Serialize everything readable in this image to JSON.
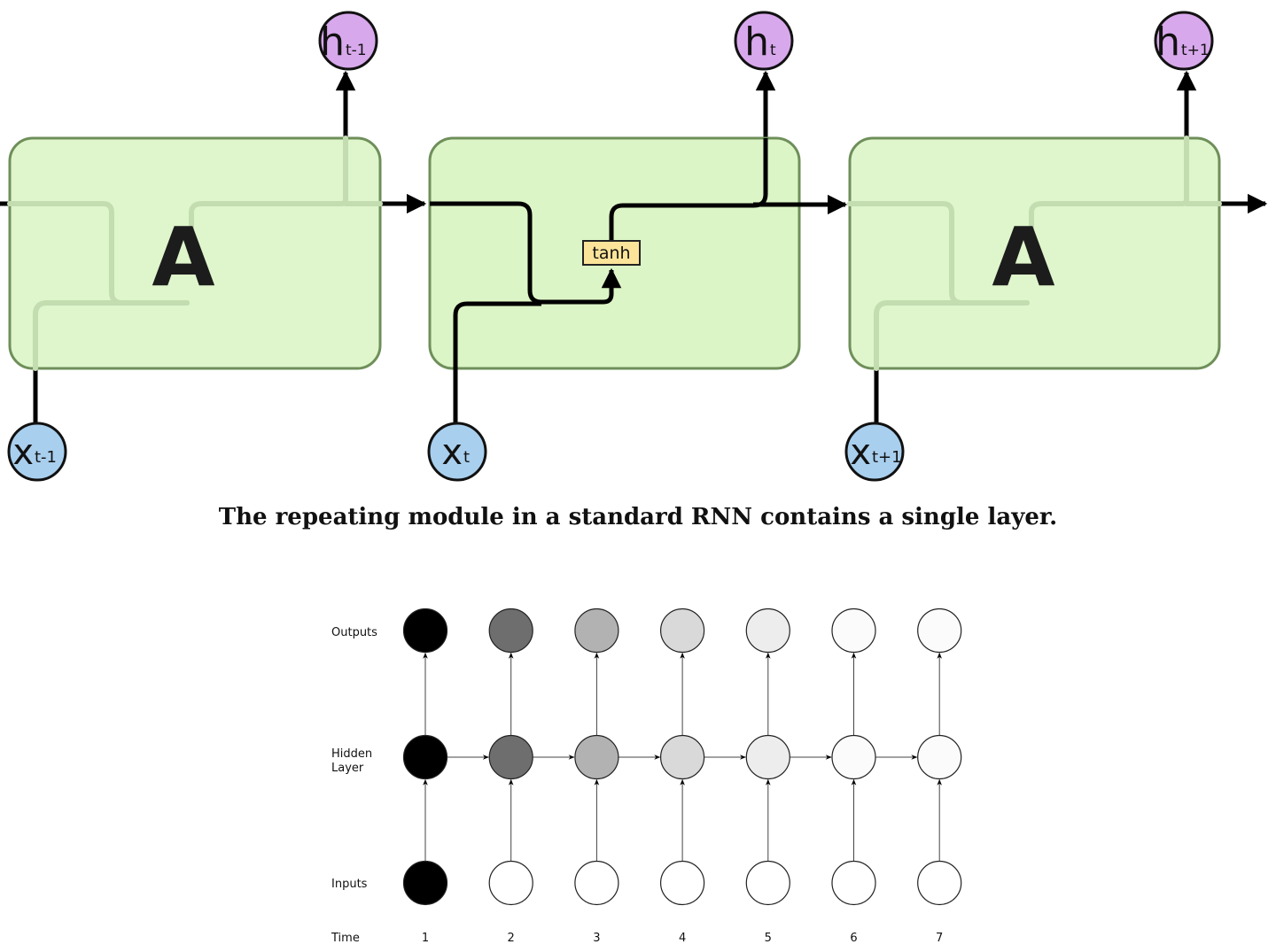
{
  "rnn_unrolled": {
    "modules": [
      {
        "label": "A",
        "input_label": "x",
        "input_sub": "t-1",
        "output_label": "h",
        "output_sub": "t-1"
      },
      {
        "label": "",
        "input_label": "x",
        "input_sub": "t",
        "output_label": "h",
        "output_sub": "t",
        "layer_label": "tanh"
      },
      {
        "label": "A",
        "input_label": "x",
        "input_sub": "t+1",
        "output_label": "h",
        "output_sub": "t+1"
      }
    ],
    "caption": "The repeating module in a standard RNN contains a single layer."
  },
  "unfolded_network": {
    "row_labels": {
      "outputs": "Outputs",
      "hidden_line1": "Hidden",
      "hidden_line2": "Layer",
      "inputs": "Inputs",
      "time": "Time"
    },
    "time_steps": [
      "1",
      "2",
      "3",
      "4",
      "5",
      "6",
      "7"
    ],
    "input_active": [
      1,
      0,
      0,
      0,
      0,
      0,
      0
    ],
    "influence_shades": [
      "#000000",
      "#6e6e6e",
      "#b2b2b2",
      "#d9d9d9",
      "#ededed",
      "#fbfbfb",
      "#fbfbfb"
    ]
  },
  "colors": {
    "module_fill": "#dcf5c6",
    "module_stroke": "#6f8f5a",
    "input_circle": "#a9cfee",
    "output_circle": "#d8a8ec",
    "tanh_fill": "#fbe49a"
  }
}
